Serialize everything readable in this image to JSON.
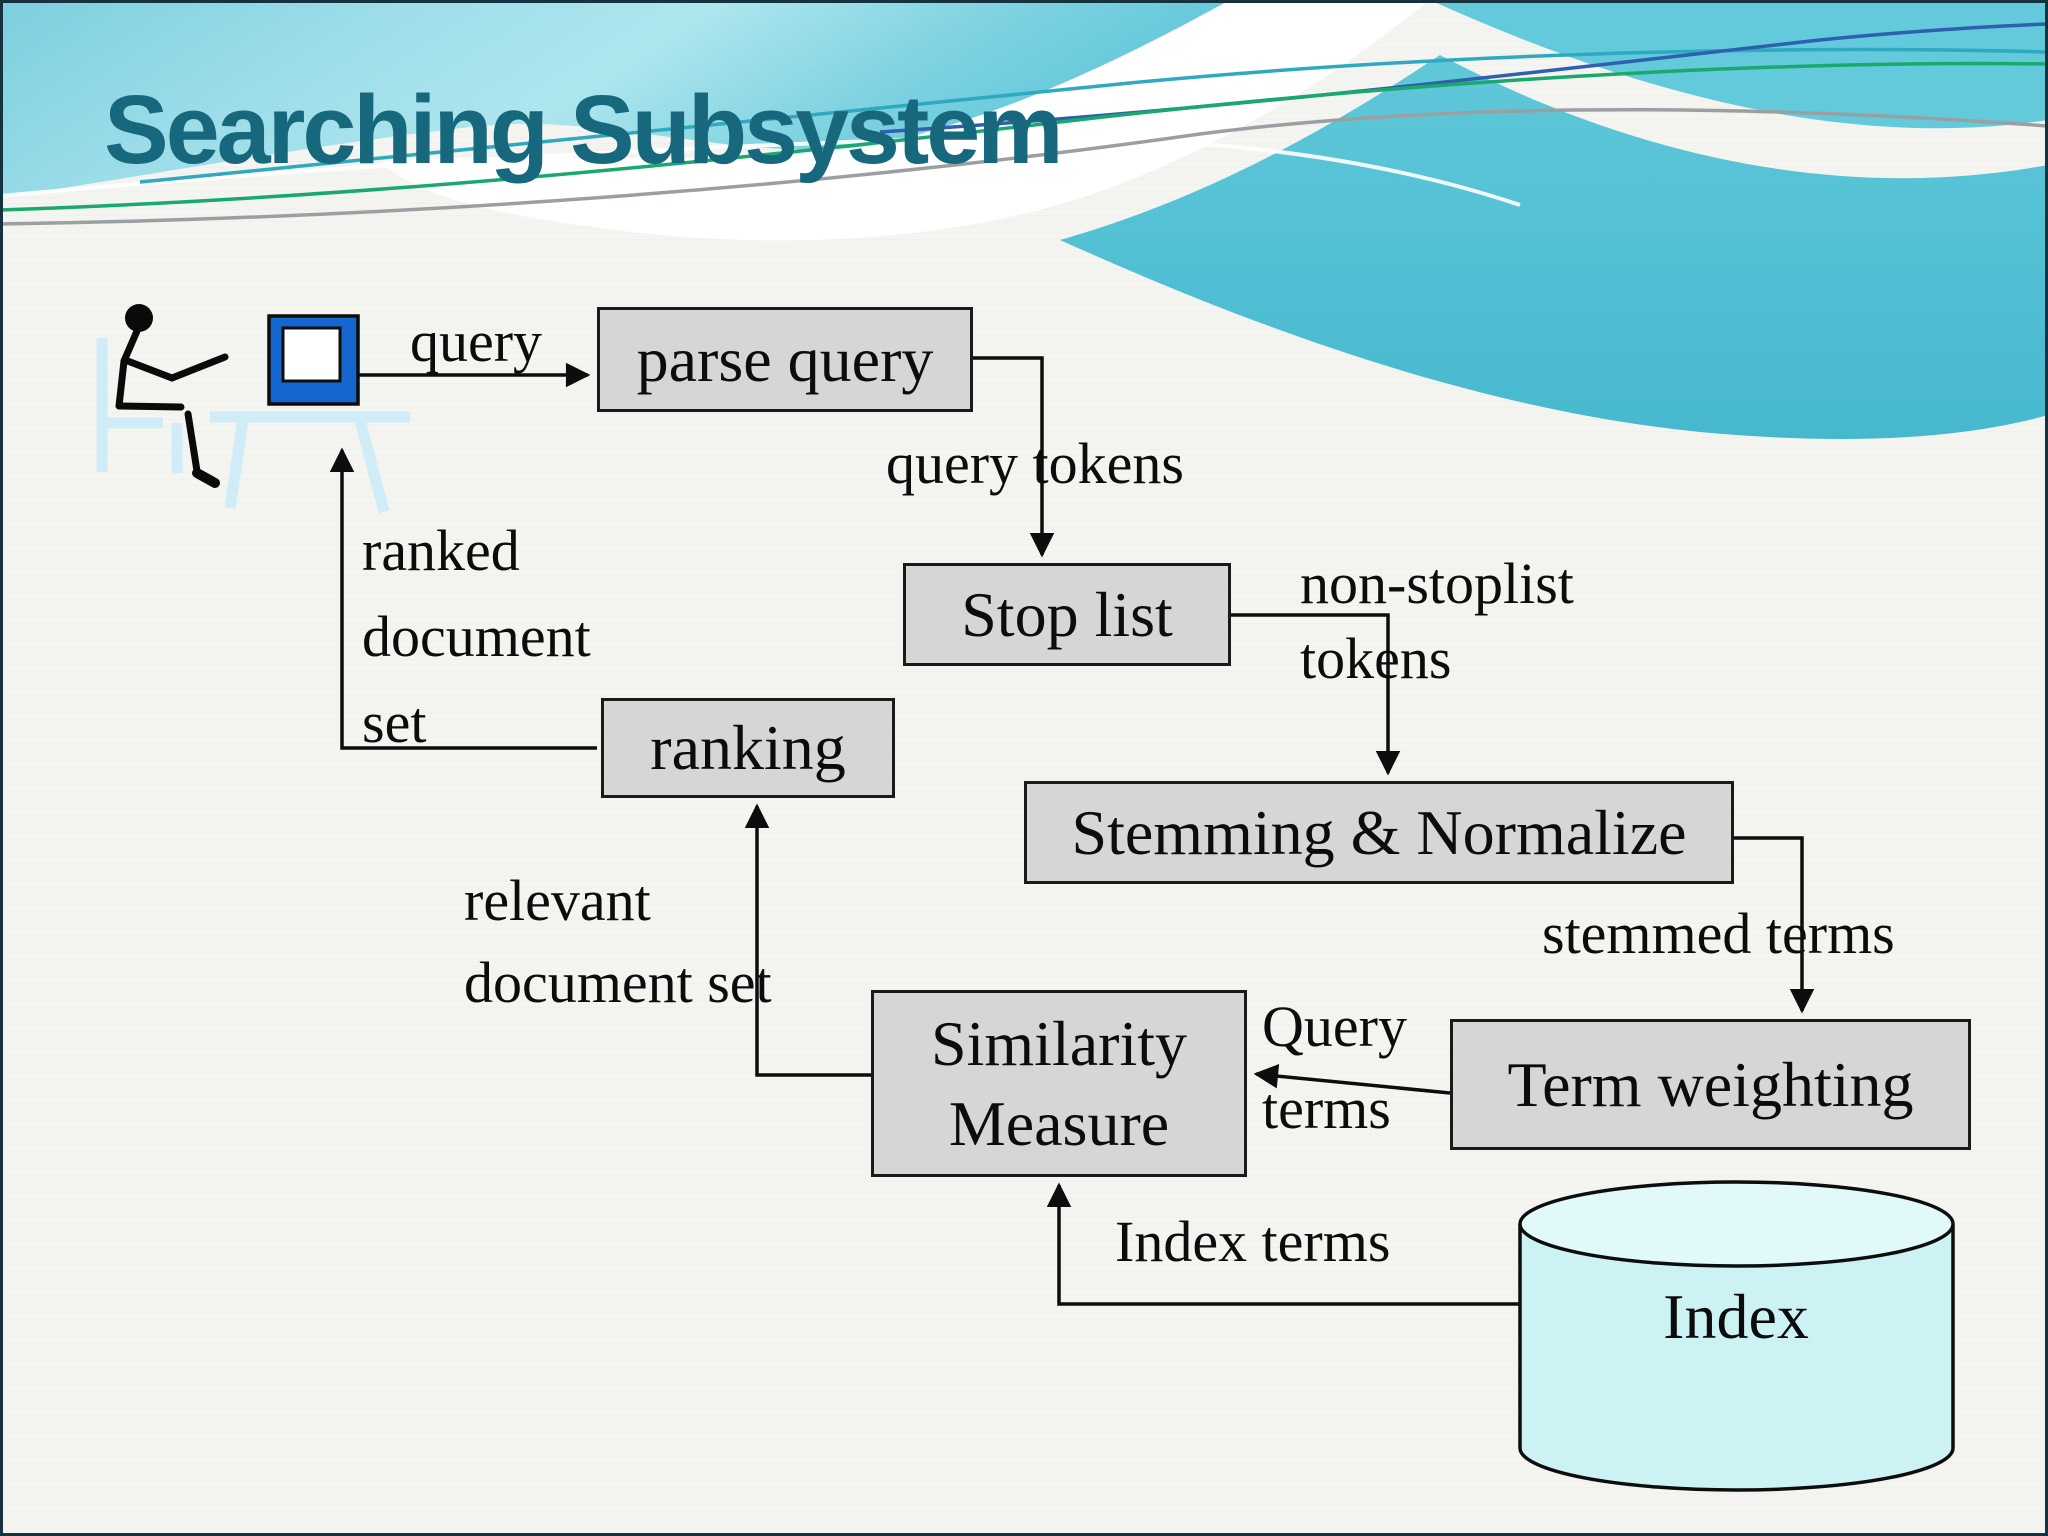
{
  "slide": {
    "title": "Searching Subsystem",
    "colors": {
      "title_text": "#17687c",
      "wave_teal_light": "#9cdde9",
      "wave_teal_main": "#7ccfde",
      "wave_teal_deep": "#49bdd3",
      "wave_line_green": "#19a96d",
      "wave_line_gray": "#9aa0a2",
      "wave_line_blue": "#2f5fae",
      "background": "#f4f4f1",
      "box_fill": "#d6d6d6",
      "box_border": "#1a1a1a",
      "cylinder_fill": "#cdf2f4",
      "cylinder_top_fill": "#e2f9fa",
      "monitor_blue": "#1467cf",
      "connector_black": "#0d0d0d",
      "furniture_pale_blue": "#cfecf8"
    }
  },
  "diagram": {
    "boxes": {
      "parse_query": "parse query",
      "stop_list": "Stop list",
      "stemming_normalize": "Stemming & Normalize",
      "term_weighting": "Term weighting",
      "similarity_measure": [
        "Similarity",
        "Measure"
      ],
      "ranking": "ranking"
    },
    "datastore": {
      "label": "Index"
    },
    "edge_labels": {
      "query": "query",
      "query_tokens": "query tokens",
      "non_stoplist_tokens": [
        "non-stoplist",
        "tokens"
      ],
      "stemmed_terms": "stemmed terms",
      "query_terms": [
        "Query",
        "terms"
      ],
      "index_terms": "Index terms",
      "relevant_document_set": [
        "relevant",
        "document set"
      ],
      "ranked_document_set": [
        "ranked",
        "document",
        "set"
      ]
    }
  }
}
